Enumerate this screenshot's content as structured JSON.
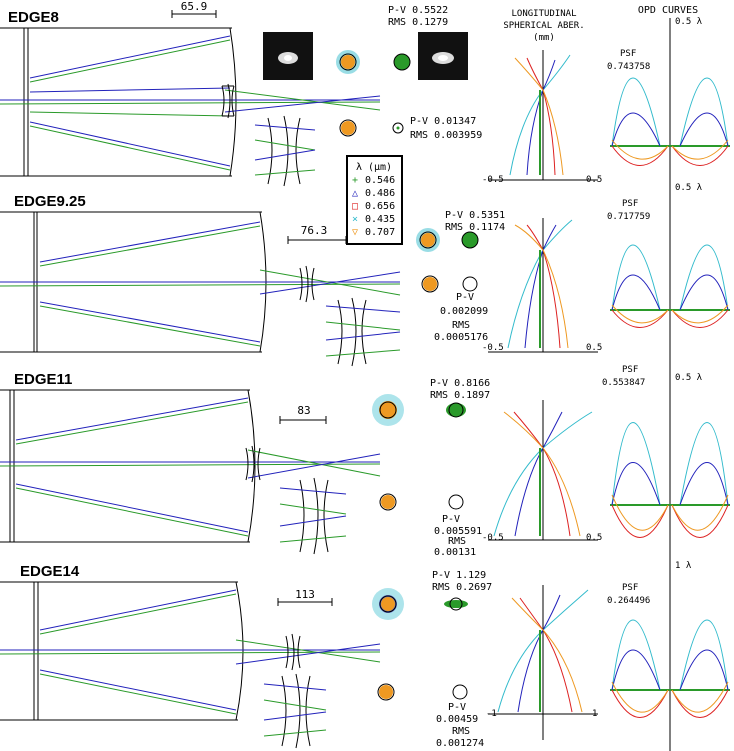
{
  "header": {
    "lsa_title_line1": "LONGITUDINAL",
    "lsa_title_line2": "SPHERICAL ABER.",
    "lsa_units": "(mm)",
    "opd_title": "OPD CURVES"
  },
  "legend": {
    "title": "λ (μm)",
    "items": [
      {
        "symbol": "+",
        "label": "0.546",
        "color": "#2a9a2a"
      },
      {
        "symbol": "△",
        "label": "0.486",
        "color": "#2222bb"
      },
      {
        "symbol": "□",
        "label": "0.656",
        "color": "#dd2222"
      },
      {
        "symbol": "×",
        "label": "0.435",
        "color": "#33bbcc"
      },
      {
        "symbol": "▽",
        "label": "0.707",
        "color": "#ee9922"
      }
    ]
  },
  "colors": {
    "green": "#2a9a2a",
    "blue": "#2222bb",
    "red": "#dd2222",
    "cyan": "#33bbcc",
    "orange": "#ee9922"
  },
  "systems": [
    {
      "name": "EDGE8",
      "scale": "65.9",
      "pv_top": "P-V 0.5522",
      "rms_top": "RMS 0.1279",
      "pv_bottom": "P-V 0.01347",
      "rms_bottom": "RMS 0.003959",
      "lsa_left_tick": "-0.5",
      "lsa_right_tick": "0.5",
      "psf_label": "PSF",
      "psf_value": "0.743758",
      "opd_scale": "0.5 λ"
    },
    {
      "name": "EDGE9.25",
      "scale": "76.3",
      "pv_top": "P-V 0.5351",
      "rms_top": "RMS 0.1174",
      "pv_bottom_line1": "P-V",
      "pv_bottom_line2": "0.002099",
      "rms_bottom_line1": "RMS",
      "rms_bottom_line2": "0.0005176",
      "lsa_left_tick": "-0.5",
      "lsa_right_tick": "0.5",
      "psf_label": "PSF",
      "psf_value": "0.717759",
      "opd_scale": "0.5 λ"
    },
    {
      "name": "EDGE11",
      "scale": "83",
      "pv_top": "P-V 0.8166",
      "rms_top": "RMS 0.1897",
      "pv_bottom_line1": "P-V",
      "pv_bottom_line2": "0.005591",
      "rms_bottom_line1": "RMS",
      "rms_bottom_line2": "0.00131",
      "lsa_left_tick": "-0.5",
      "lsa_right_tick": "0.5",
      "psf_label": "PSF",
      "psf_value": "0.553847",
      "opd_scale": "0.5 λ"
    },
    {
      "name": "EDGE14",
      "scale": "113",
      "pv_top": "P-V 1.129",
      "rms_top": "RMS 0.2697",
      "pv_bottom_line1": "P-V",
      "pv_bottom_line2": "0.00459",
      "rms_bottom_line1": "RMS",
      "rms_bottom_line2": "0.001274",
      "lsa_left_tick": "-1",
      "lsa_right_tick": "1",
      "psf_label": "PSF",
      "psf_value": "0.264496",
      "opd_scale": "1 λ"
    }
  ]
}
